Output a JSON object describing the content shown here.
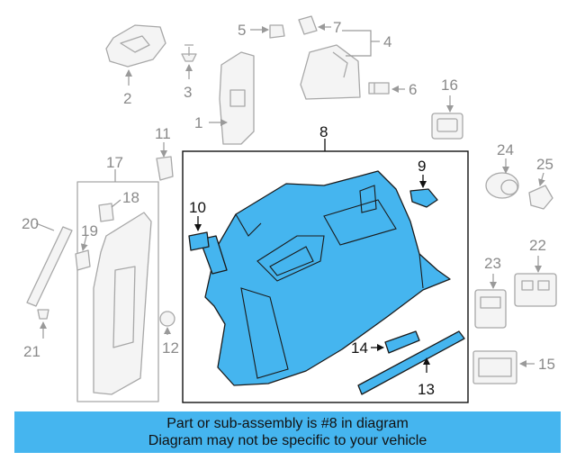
{
  "diagram": {
    "callouts": {
      "c1": "1",
      "c2": "2",
      "c3": "3",
      "c4": "4",
      "c5": "5",
      "c6": "6",
      "c7": "7",
      "c8": "8",
      "c9": "9",
      "c10": "10",
      "c11": "11",
      "c12": "12",
      "c13": "13",
      "c14": "14",
      "c15": "15",
      "c16": "16",
      "c17": "17",
      "c18": "18",
      "c19": "19",
      "c20": "20",
      "c21": "21",
      "c22": "22",
      "c23": "23",
      "c24": "24",
      "c25": "25"
    },
    "highlight_color": "#45b5ef"
  },
  "footer": {
    "line1": "Part or sub-assembly is #8 in diagram",
    "line2": "Diagram may not be specific to your vehicle"
  }
}
